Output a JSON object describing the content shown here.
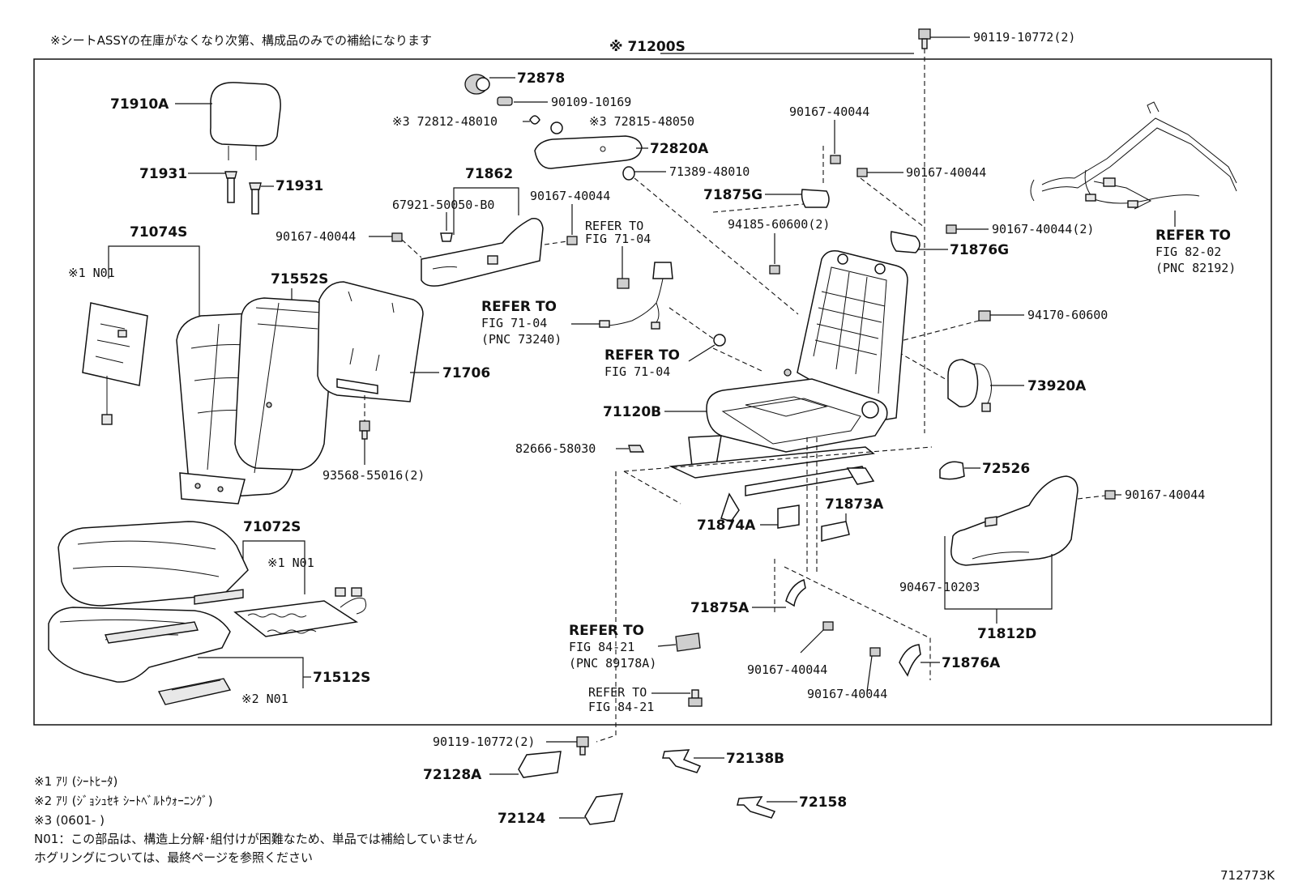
{
  "header_note": "※シートASSYの在庫がなくなり次第、構成品のみでの補給になります",
  "assembly_label": "※ 71200S",
  "labels": {
    "p72878": "72878",
    "p90109_10169": "90109-10169",
    "p72812_48010": "※3 72812-48010",
    "p72815_48050": "※3 72815-48050",
    "p72820A": "72820A",
    "p71389_48010": "71389-48010",
    "p71910A": "71910A",
    "p71931_l": "71931",
    "p71931_r": "71931",
    "p71862": "71862",
    "p67921": "67921-50050-B0",
    "p90167_a": "90167-40044",
    "p90167_b": "90167-40044",
    "p90167_c": "90167-40044",
    "p90167_d": "90167-40044",
    "p90167_e": "90167-40044(2)",
    "p90167_f": "90167-40044",
    "p90167_g": "90167-40044",
    "p90167_h": "90167-40044",
    "p90119_top": "90119-10772(2)",
    "p90119_bottom": "90119-10772(2)",
    "p71875G": "71875G",
    "p71876G": "71876G",
    "p94185": "94185-60600(2)",
    "p94170": "94170-60600",
    "p73920A": "73920A",
    "p72526": "72526",
    "p71074S": "71074S",
    "p71552S": "71552S",
    "p71706": "71706",
    "p93568": "93568-55016(2)",
    "p71120B": "71120B",
    "p82666": "82666-58030",
    "p71874A": "71874A",
    "p71873A": "71873A",
    "p71875A": "71875A",
    "p71876A": "71876A",
    "p71072S": "71072S",
    "p71512S": "71512S",
    "p90467": "90467-10203",
    "p71812D": "71812D",
    "p72128A": "72128A",
    "p72124": "72124",
    "p72138B": "72138B",
    "p72158": "72158",
    "n01_a": "※1 N01",
    "n01_b": "※1 N01",
    "n01_c": "※2 N01"
  },
  "refer": {
    "r1_a": "REFER TO",
    "r1_b": "FIG 71-04",
    "r2_a": "REFER TO",
    "r2_b": "FIG 71-04",
    "r2_c": "(PNC 73240)",
    "r3_a": "REFER TO",
    "r3_b": "FIG 71-04",
    "r4_a": "REFER TO",
    "r4_b": "FIG 82-02",
    "r4_c": "(PNC 82192)",
    "r5_a": "REFER TO",
    "r5_b": "FIG 84-21",
    "r5_c": "(PNC 89178A)",
    "r6_a": "REFER TO",
    "r6_b": "FIG 84-21"
  },
  "footnotes": [
    "※1 ｱﾘ (ｼｰﾄﾋｰﾀ)",
    "※2 ｱﾘ (ｼﾞｮｼｭｾｷ ｼｰﾄﾍﾞﾙﾄｳｫｰﾆﾝｸﾞ)",
    "※3 (0601-    )",
    "N01：この部品は、構造上分解･組付けが困難なため、単品では補給していません",
    "ホグリングについては、最終ページを参照ください"
  ],
  "drawing_id": "712773K"
}
